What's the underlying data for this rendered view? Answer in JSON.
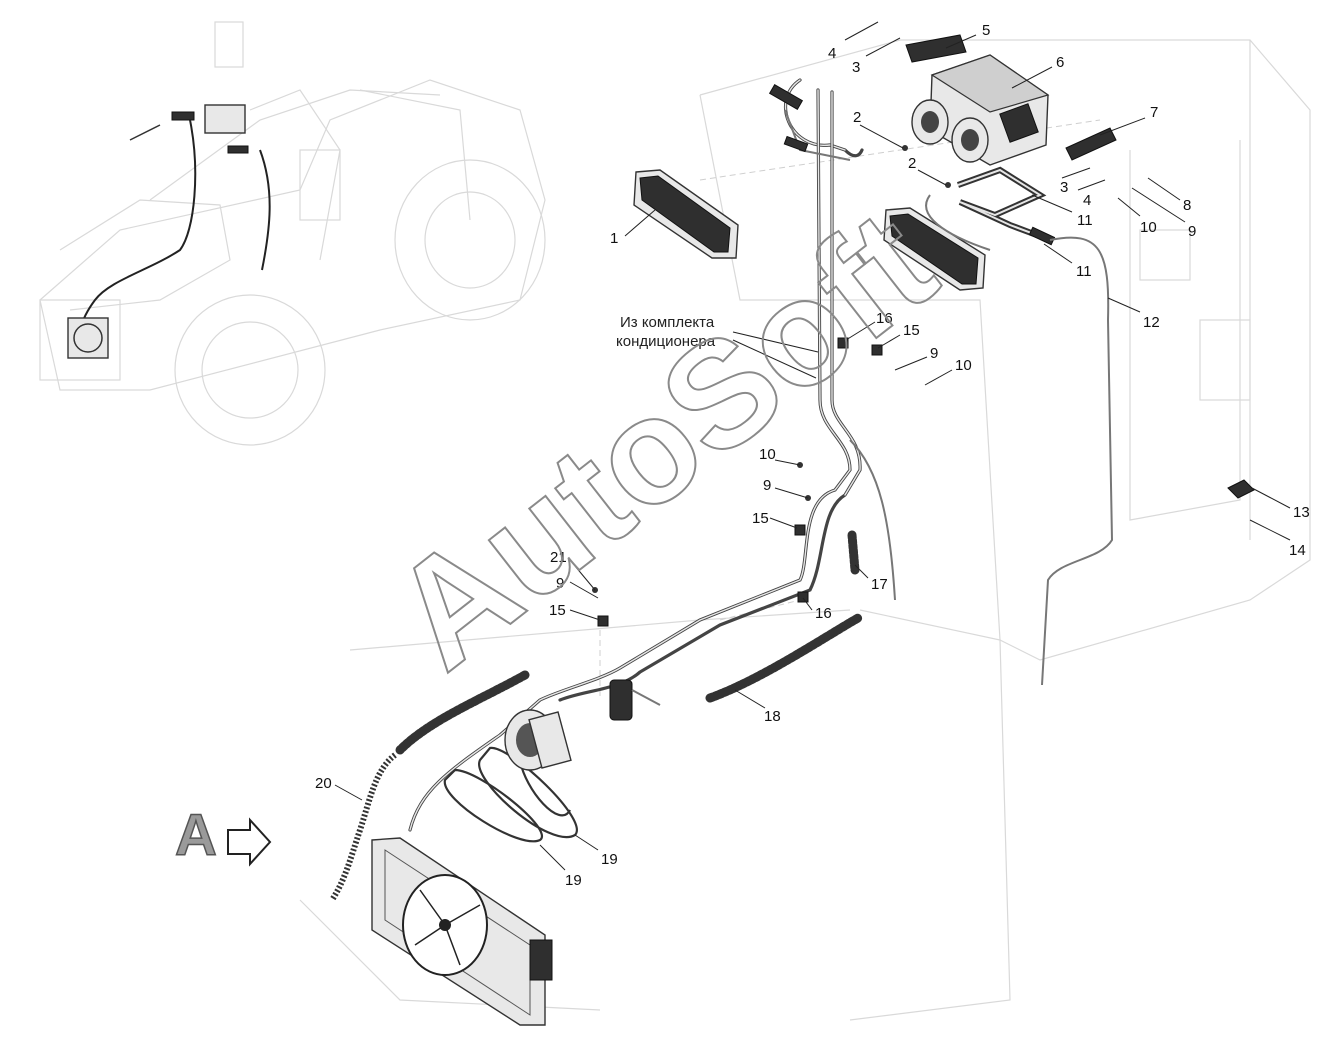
{
  "diagram": {
    "labels": [
      {
        "id": "lbl-1",
        "text": "1"
      },
      {
        "id": "lbl-2a",
        "text": "2"
      },
      {
        "id": "lbl-2b",
        "text": "2"
      },
      {
        "id": "lbl-3a",
        "text": "3"
      },
      {
        "id": "lbl-3b",
        "text": "3"
      },
      {
        "id": "lbl-4a",
        "text": "4"
      },
      {
        "id": "lbl-4b",
        "text": "4"
      },
      {
        "id": "lbl-5",
        "text": "5"
      },
      {
        "id": "lbl-6",
        "text": "6"
      },
      {
        "id": "lbl-7",
        "text": "7"
      },
      {
        "id": "lbl-8",
        "text": "8"
      },
      {
        "id": "lbl-9a",
        "text": "9"
      },
      {
        "id": "lbl-9b",
        "text": "9"
      },
      {
        "id": "lbl-9c",
        "text": "9"
      },
      {
        "id": "lbl-9d",
        "text": "9"
      },
      {
        "id": "lbl-10a",
        "text": "10"
      },
      {
        "id": "lbl-10b",
        "text": "10"
      },
      {
        "id": "lbl-10c",
        "text": "10"
      },
      {
        "id": "lbl-11a",
        "text": "11"
      },
      {
        "id": "lbl-11b",
        "text": "11"
      },
      {
        "id": "lbl-12",
        "text": "12"
      },
      {
        "id": "lbl-13",
        "text": "13"
      },
      {
        "id": "lbl-14",
        "text": "14"
      },
      {
        "id": "lbl-15a",
        "text": "15"
      },
      {
        "id": "lbl-15b",
        "text": "15"
      },
      {
        "id": "lbl-15c",
        "text": "15"
      },
      {
        "id": "lbl-16a",
        "text": "16"
      },
      {
        "id": "lbl-16b",
        "text": "16"
      },
      {
        "id": "lbl-17",
        "text": "17"
      },
      {
        "id": "lbl-18",
        "text": "18"
      },
      {
        "id": "lbl-19a",
        "text": "19"
      },
      {
        "id": "lbl-19b",
        "text": "19"
      },
      {
        "id": "lbl-20",
        "text": "20"
      },
      {
        "id": "lbl-21",
        "text": "21"
      }
    ],
    "note_line1": "Из комплекта",
    "note_line2": "кондиционера",
    "view_letter": "A",
    "watermark": "AutoSoft"
  }
}
